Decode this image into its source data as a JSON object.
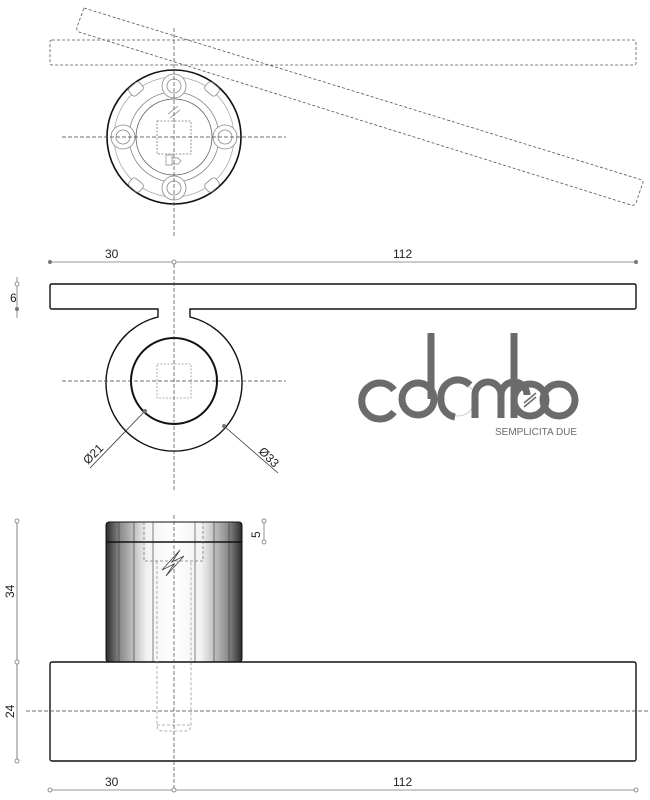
{
  "drawing": {
    "subject": "door lever handle technical drawing",
    "views": [
      "top-view-rotation",
      "front-view",
      "side-view"
    ]
  },
  "dimensions": {
    "top_left_length": "30",
    "top_right_length": "112",
    "lever_thickness": "6",
    "inner_diameter": "Ø21",
    "outer_diameter": "Ø33",
    "rose_height": "34",
    "cap_height": "5",
    "lever_height": "24",
    "bottom_left_length": "30",
    "bottom_right_length": "112"
  },
  "logo": {
    "brand": "colombo",
    "tagline": "SEMPLICITA DUE",
    "color": "#6b6b6b"
  },
  "colors": {
    "line": "#111111",
    "dashed": "#555555",
    "dim_line": "#777777",
    "hidden": "#999999"
  }
}
